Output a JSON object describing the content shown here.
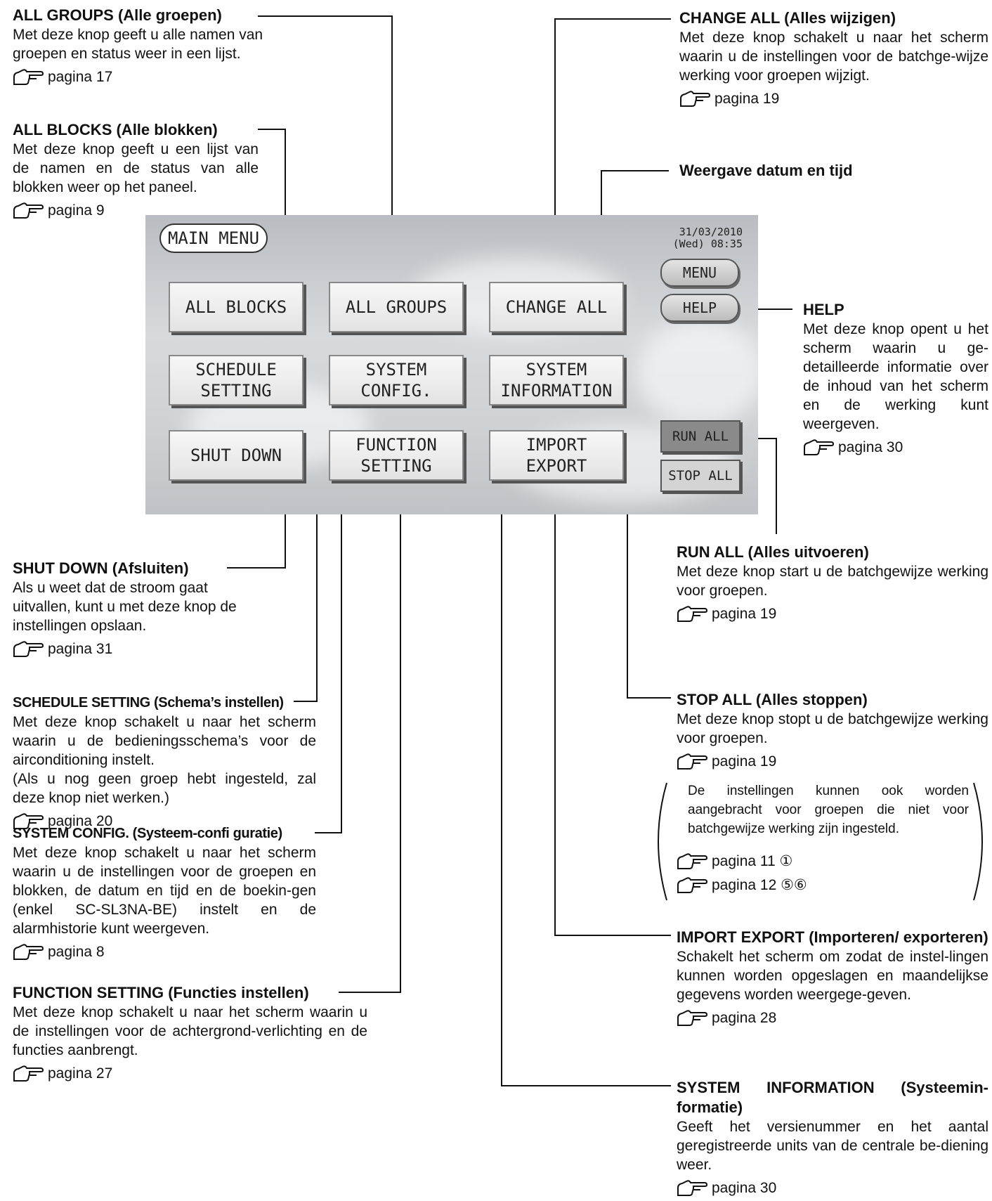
{
  "screen": {
    "main_menu": "MAIN MENU",
    "date": "31/03/2010",
    "weekday_time": "(Wed) 08:35",
    "menu": "MENU",
    "help": "HELP",
    "all_blocks": "ALL BLOCKS",
    "all_groups": "ALL GROUPS",
    "change_all": "CHANGE ALL",
    "schedule_setting": "SCHEDULE\nSETTING",
    "system_config": "SYSTEM\nCONFIG.",
    "system_information": "SYSTEM\nINFORMATION",
    "shut_down": "SHUT DOWN",
    "function_setting": "FUNCTION\nSETTING",
    "import_export": "IMPORT\nEXPORT",
    "run_all": "RUN ALL",
    "stop_all": "STOP ALL",
    "colors": {
      "run_all_bg": "#8a8a8a",
      "stop_all_bg": "#d4d4d4"
    }
  },
  "callouts": {
    "all_groups": {
      "title": "ALL GROUPS (Alle groepen)",
      "desc": "Met deze knop geeft u alle namen van groepen en status weer in een lijst.",
      "page": "pagina 17"
    },
    "all_blocks": {
      "title": "ALL BLOCKS (Alle blokken)",
      "desc": "Met deze knop geeft u een lijst van de namen en de status van alle blokken weer op het paneel.",
      "page": "pagina 9"
    },
    "change_all": {
      "title": "CHANGE ALL (Alles wijzigen)",
      "desc": "Met deze knop schakelt u naar het scherm waarin u de instellingen voor de batchge-wijze werking voor groepen wijzigt.",
      "page": "pagina 19"
    },
    "datetime": {
      "title": "Weergave datum en tijd"
    },
    "help": {
      "title": "HELP",
      "desc": "Met deze knop opent u het scherm waarin u ge-detailleerde informatie over de inhoud van het scherm en de werking kunt weergeven.",
      "page": "pagina 30"
    },
    "shut_down": {
      "title": "SHUT DOWN (Afsluiten)",
      "desc": "Als u weet dat de stroom gaat uitvallen, kunt u met deze knop de instellingen opslaan.",
      "page": "pagina 31"
    },
    "schedule_setting": {
      "title": "SCHEDULE SETTING (Schema’s instellen)",
      "desc": "Met deze knop schakelt u naar het scherm waarin u de bedieningsschema’s voor de airconditioning instelt.",
      "note": "(Als u nog geen groep hebt ingesteld, zal deze knop niet werken.)",
      "page": "pagina 20"
    },
    "system_config": {
      "title": "SYSTEM CONFIG. (Systeem-confi guratie)",
      "desc": "Met deze knop schakelt u naar het scherm waarin u de instellingen voor de groepen en blokken, de datum en tijd en de boekin-gen (enkel SC-SL3NA-BE) instelt en de alarmhistorie kunt weergeven.",
      "page": "pagina 8"
    },
    "function_setting": {
      "title": "FUNCTION SETTING (Functies instellen)",
      "desc": "Met deze knop schakelt u naar het scherm waarin u de instellingen voor de achtergrond-verlichting en de functies aanbrengt.",
      "page": "pagina 27"
    },
    "run_all": {
      "title": "RUN ALL (Alles uitvoeren)",
      "desc": "Met deze knop start u de batchgewijze werking voor groepen.",
      "page": "pagina 19"
    },
    "stop_all": {
      "title": "STOP ALL (Alles stoppen)",
      "desc": "Met deze knop stopt u de batchgewijze werking voor groepen.",
      "page": "pagina 19",
      "note": "De instellingen kunnen ook worden aangebracht voor groepen die niet voor batchgewijze werking zijn ingesteld.",
      "page2": "pagina 11 ①",
      "page3": "pagina 12 ⑤⑥"
    },
    "import_export": {
      "title": "IMPORT EXPORT (Importeren/ exporteren)",
      "desc": "Schakelt het scherm om zodat de instel-lingen kunnen worden opgeslagen en maandelijkse gegevens worden weergege-geven.",
      "page": "pagina 28"
    },
    "system_information": {
      "title": "SYSTEM INFORMATION (Systeemin-formatie)",
      "desc": "Geeft het versienummer en het aantal geregistreerde units van de centrale be-diening weer.",
      "page": "pagina 30"
    }
  }
}
